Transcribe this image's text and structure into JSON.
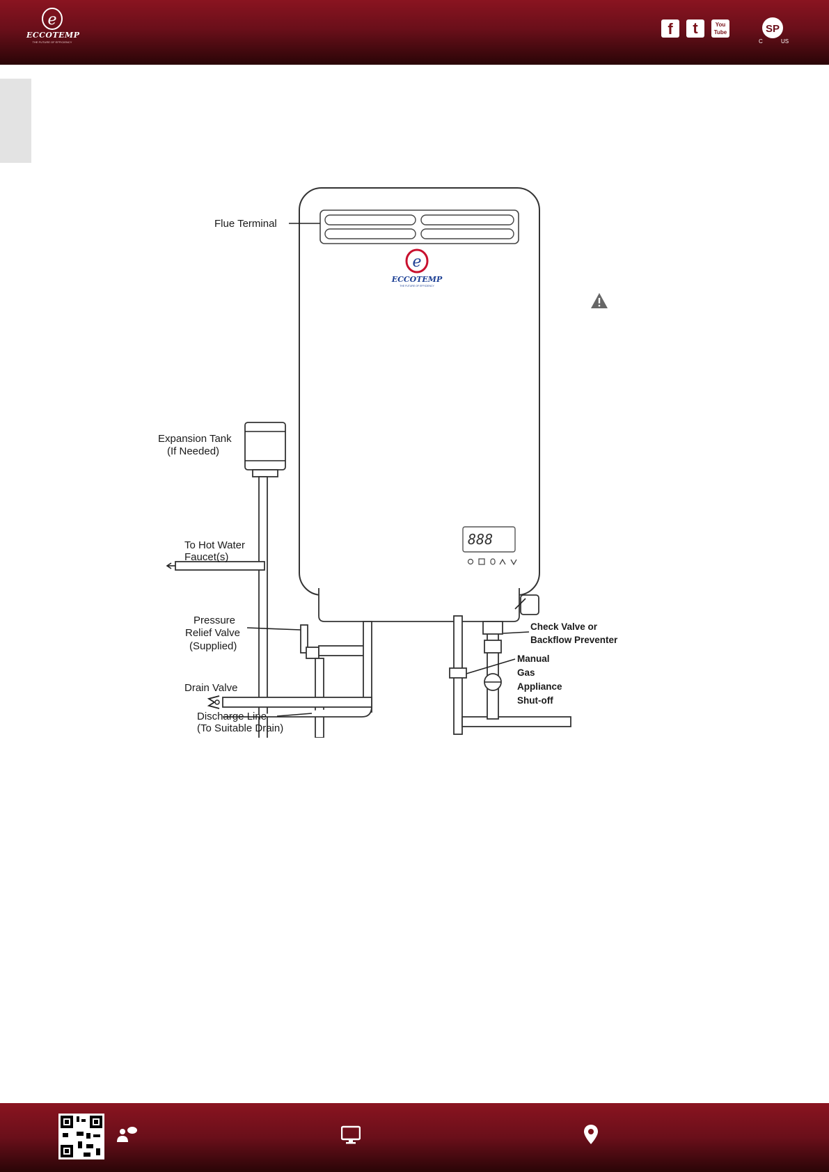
{
  "header": {
    "brand_name": "ECCOTEMP",
    "brand_tagline": "THE FUTURE OF EFFICIENCY",
    "social": [
      {
        "name": "facebook",
        "glyph": "f"
      },
      {
        "name": "twitter",
        "glyph": "t"
      },
      {
        "name": "youtube",
        "glyph": "You Tube"
      }
    ],
    "certification": {
      "mark": "SP",
      "left": "C",
      "right": "US"
    }
  },
  "diagram": {
    "unit_brand": "ECCOTEMP",
    "unit_tagline": "THE FUTURE OF EFFICIENCY",
    "display_digits": "888",
    "labels": {
      "flue_terminal": "Flue Terminal",
      "expansion_tank_1": "Expansion Tank",
      "expansion_tank_2": "(If Needed)",
      "hot_water_1": "To Hot Water",
      "hot_water_2": "Faucet(s)",
      "prv_1": "Pressure",
      "prv_2": "Relief Valve",
      "prv_3": "(Supplied)",
      "drain_valve": "Drain Valve",
      "discharge_1": "Discharge Line",
      "discharge_2": "(To Suitable Drain)",
      "check_valve_1": "Check Valve or",
      "check_valve_2": "Backflow Preventer",
      "gas_1": "Manual",
      "gas_2": "Gas",
      "gas_3": "Appliance",
      "gas_4": "Shut-off"
    }
  },
  "colors": {
    "brand_red": "#7a1119",
    "header_dark": "#2a0507",
    "side_tab": "#e3e3e3"
  },
  "footer": {
    "icons": [
      "qr-code-icon",
      "user-chat-icon",
      "monitor-icon",
      "location-pin-icon"
    ]
  }
}
